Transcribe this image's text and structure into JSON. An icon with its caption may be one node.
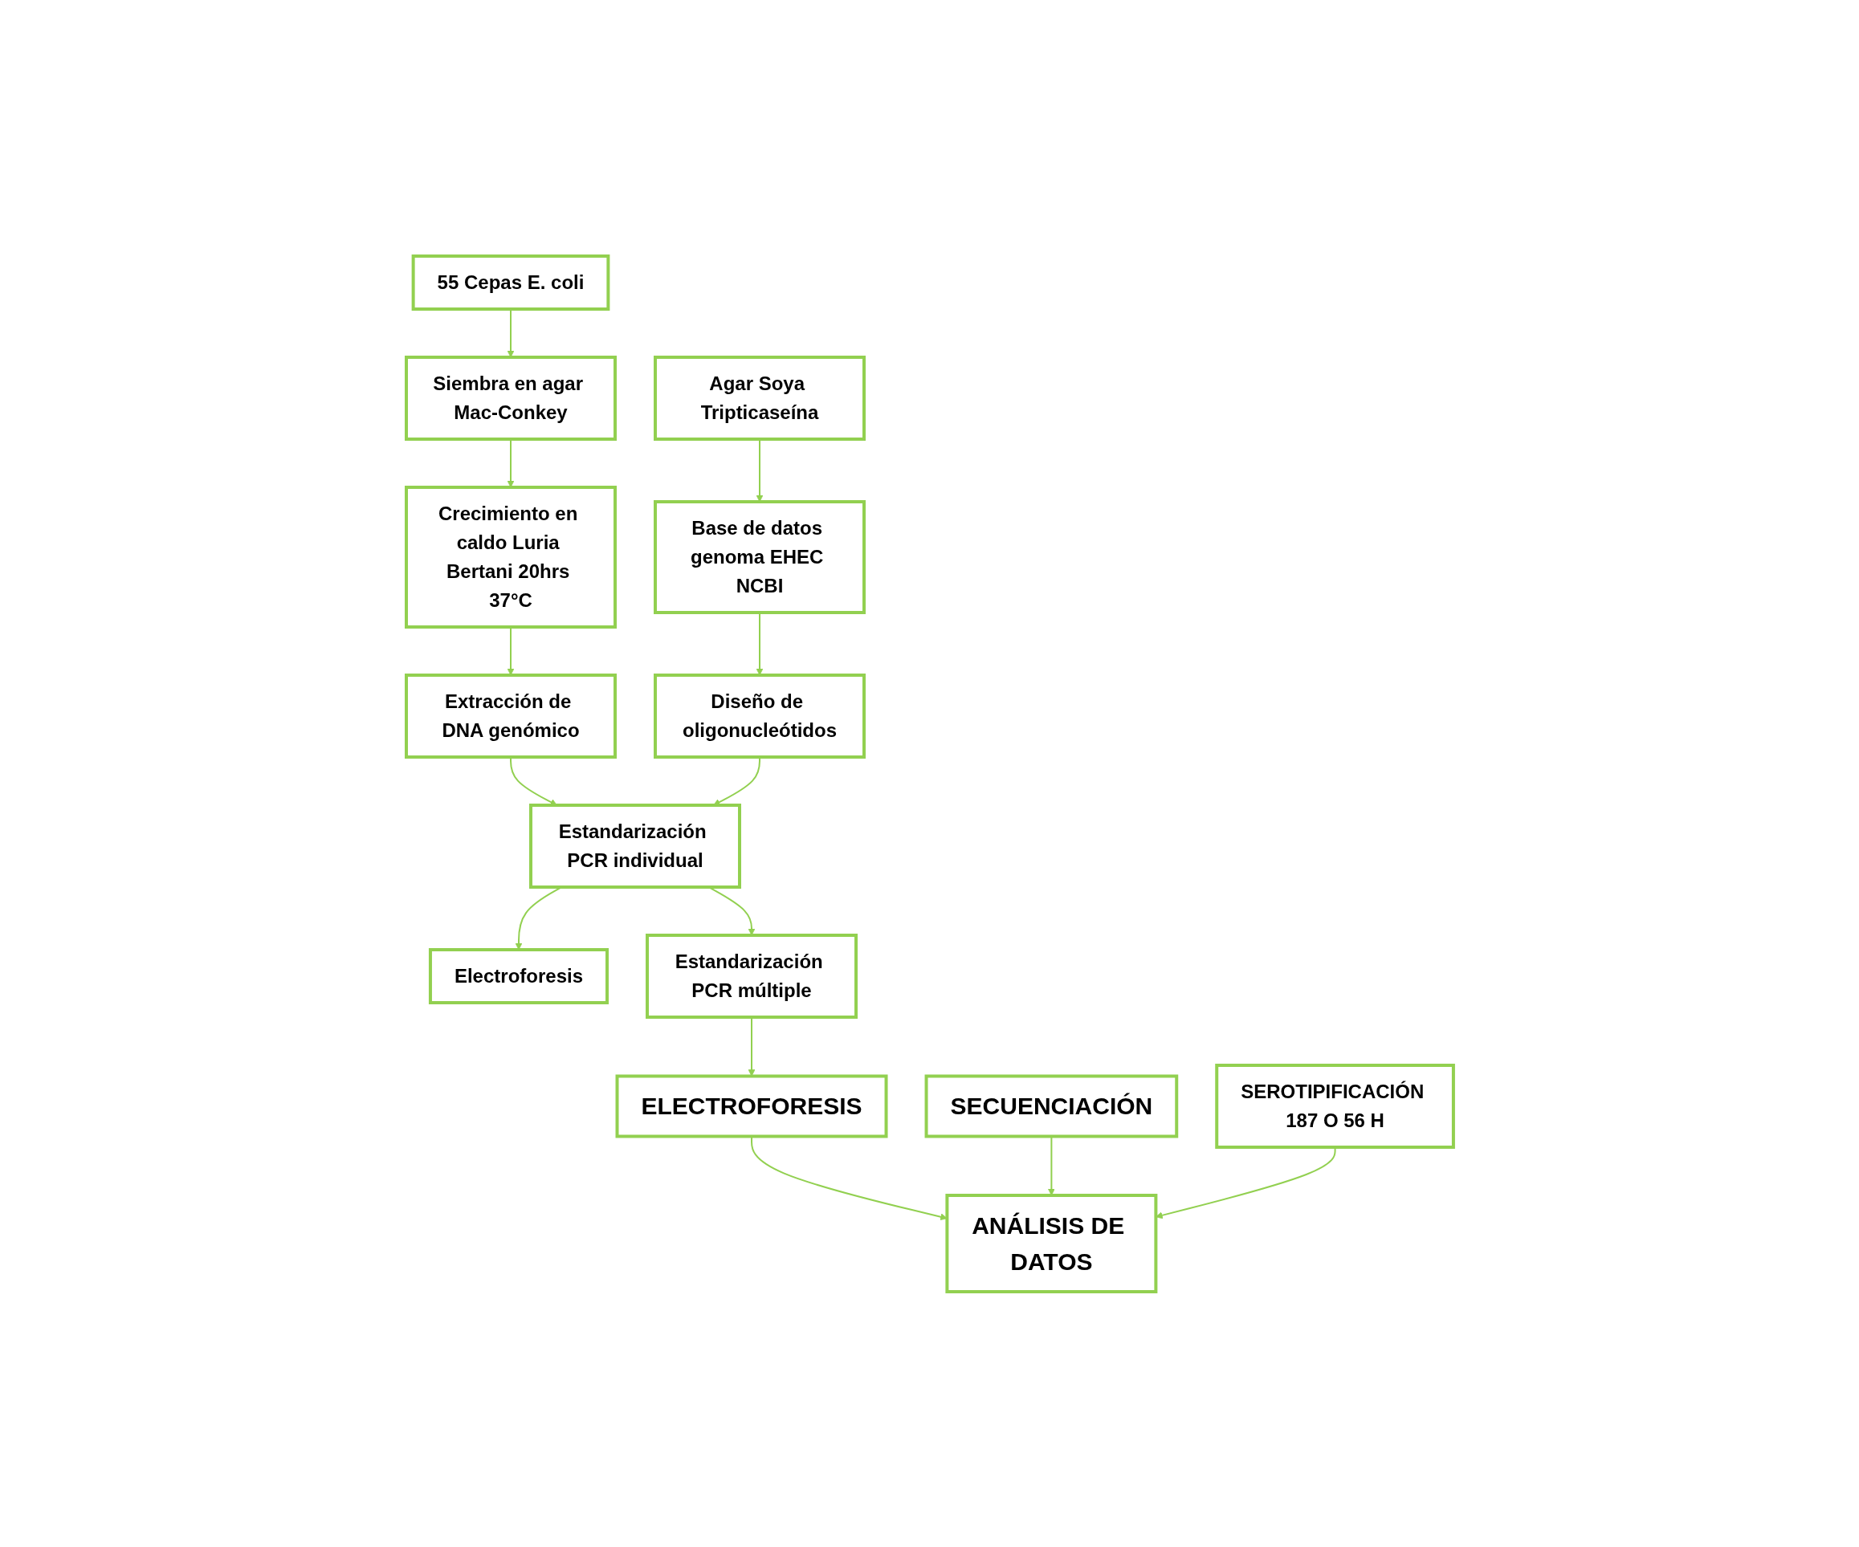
{
  "diagram": {
    "nodes": [
      {
        "text": [
          "55 Cepas E. coli"
        ]
      },
      {
        "text": [
          "Siembra en agar Mac-Conkey"
        ]
      },
      {
        "text": [
          "Crecimiento en caldo Luria Bertani 20hrs 37°C"
        ]
      },
      {
        "text": [
          "Extracción de DNA genómico"
        ]
      },
      {
        "text": [
          "Agar Soya Tripticaseína"
        ]
      },
      {
        "text": [
          "Base de datos genoma EHEC NCBI"
        ]
      },
      {
        "text": [
          "Diseño de oligonucleótidos"
        ]
      },
      {
        "text": [
          "SEROTIPIFICACIÓN 187 O 56 H"
        ]
      },
      {
        "text": [
          "Electroforesis"
        ]
      },
      {
        "text": [
          "Estandarización PCR individual"
        ]
      },
      {
        "text": [
          "Estandarización PCR múltiple"
        ]
      },
      {
        "text": [
          "SECUENCIACIÓN"
        ]
      },
      {
        "text": [
          "ELECTROFORESIS"
        ]
      },
      {
        "text": [
          "ANÁLISIS DE DATOS"
        ]
      }
    ],
    "edges": [
      {
        "from": 0,
        "to": 1,
        "arrow": "to"
      },
      {
        "from": 1,
        "to": 2,
        "arrow": "to"
      },
      {
        "from": 2,
        "to": 3,
        "arrow": "to"
      },
      {
        "from": 4,
        "to": 5,
        "arrow": "to"
      },
      {
        "from": 5,
        "to": 6,
        "arrow": "to"
      },
      {
        "from": 3,
        "to": 9,
        "arrow": "to"
      },
      {
        "from": 6,
        "to": 9,
        "arrow": "to"
      },
      {
        "from": 9,
        "to": 8,
        "arrow": "to"
      },
      {
        "from": 9,
        "to": 10,
        "arrow": "to"
      },
      {
        "from": 10,
        "to": 12,
        "arrow": "to"
      },
      {
        "from": 12,
        "to": 13,
        "arrow": "to"
      },
      {
        "from": 11,
        "to": 13,
        "arrow": "to"
      },
      {
        "from": 7,
        "to": 13,
        "arrow": "to"
      }
    ]
  }
}
